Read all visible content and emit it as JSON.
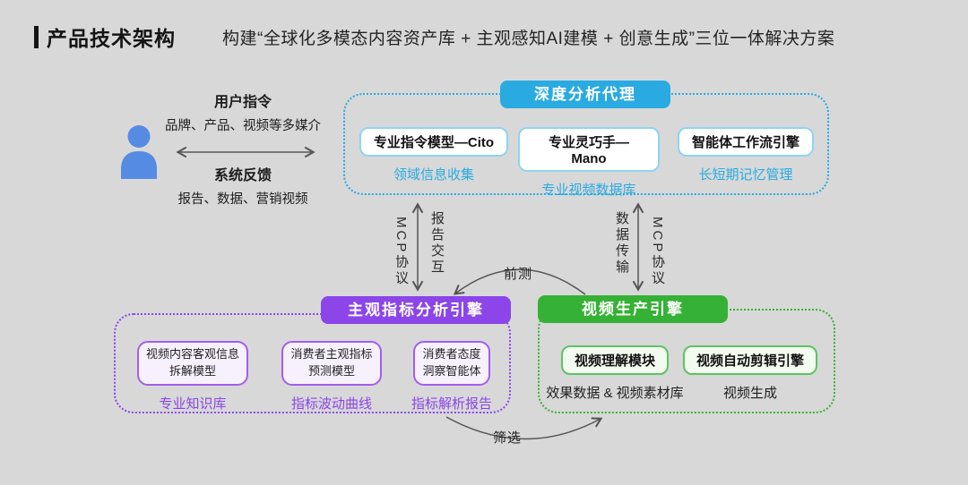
{
  "header": {
    "title": "产品技术架构",
    "subtitle": "构建“全球化多模态内容资产库 + 主观感知AI建模 + 创意生成”三位一体解决方案"
  },
  "user": {
    "instruction_label": "用户指令",
    "instruction_desc": "品牌、产品、视频等多媒介",
    "feedback_label": "系统反馈",
    "feedback_desc": "报告、数据、营销视频"
  },
  "agent_box": {
    "title": "深度分析代理",
    "modules": [
      {
        "name": "专业指令模型—Cito",
        "caption": "领域信息收集"
      },
      {
        "name": "专业灵巧手—Mano",
        "caption": "专业视频数据库"
      },
      {
        "name": "智能体工作流引擎",
        "caption": "长短期记忆管理"
      }
    ]
  },
  "connectors": {
    "left": {
      "left_label": "MCP协议",
      "right_label": "报告交互"
    },
    "right": {
      "left_label": "数据传输",
      "right_label": "MCP协议"
    }
  },
  "analysis_box": {
    "title": "主观指标分析引擎",
    "modules": [
      {
        "line1": "视频内容客观信息",
        "line2": "拆解模型",
        "caption": "专业知识库"
      },
      {
        "line1": "消费者主观指标",
        "line2": "预测模型",
        "caption": "指标波动曲线"
      },
      {
        "line1": "消费者态度",
        "line2": "洞察智能体",
        "caption": "指标解析报告"
      }
    ]
  },
  "production_box": {
    "title": "视频生产引擎",
    "modules": [
      {
        "name": "视频理解模块",
        "caption": "效果数据 & 视频素材库"
      },
      {
        "name": "视频自动剪辑引擎",
        "caption": "视频生成"
      }
    ]
  },
  "flow": {
    "pretest_label": "前测",
    "filter_label": "筛选"
  },
  "colors": {
    "background": "#D8D8D8",
    "agent_blue": "#29ABE2",
    "analysis_purple": "#8B45E8",
    "production_green": "#35B235",
    "user_icon_blue": "#568BE3",
    "arrow_gray": "#555555"
  }
}
